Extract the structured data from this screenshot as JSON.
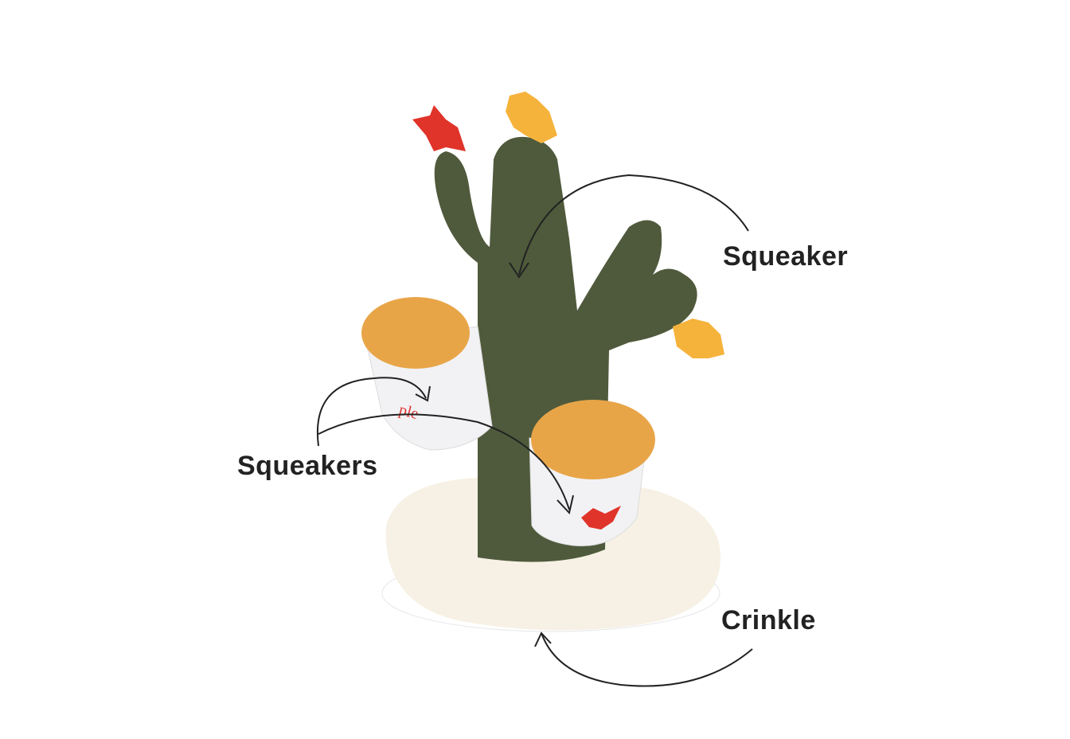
{
  "labels": {
    "squeaker": "Squeaker",
    "squeakers": "Squeakers",
    "crinkle": "Crinkle"
  },
  "colors": {
    "cactus": "#4f5a3c",
    "cap": "#e8a548",
    "base": "#f6f1e4",
    "leaf_red": "#e0342a",
    "leaf_orange": "#f5b33c"
  }
}
